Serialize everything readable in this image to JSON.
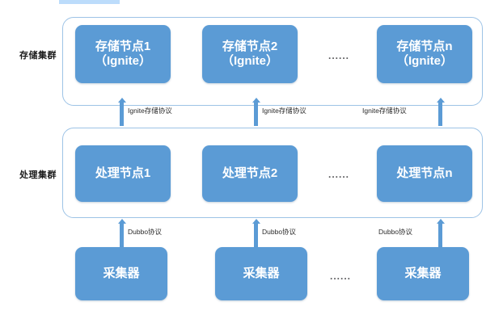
{
  "diagram": {
    "title_selection_bar": "",
    "tiers": [
      {
        "id": "storage",
        "label": "存储集群",
        "nodes": [
          {
            "line1": "存储节点1",
            "line2": "（Ignite）"
          },
          {
            "line1": "存储节点2",
            "line2": "（Ignite）"
          },
          {
            "line1": "存储节点n",
            "line2": "（Ignite）"
          }
        ],
        "ellipsis": "......"
      },
      {
        "id": "processing",
        "label": "处理集群",
        "nodes": [
          {
            "line1": "处理节点1",
            "line2": ""
          },
          {
            "line1": "处理节点2",
            "line2": ""
          },
          {
            "line1": "处理节点n",
            "line2": ""
          }
        ],
        "ellipsis": "......"
      },
      {
        "id": "collector",
        "label": "",
        "nodes": [
          {
            "line1": "采集器",
            "line2": ""
          },
          {
            "line1": "采集器",
            "line2": ""
          },
          {
            "line1": "采集器",
            "line2": ""
          }
        ],
        "ellipsis": "......"
      }
    ],
    "connections": {
      "storage_protocol": [
        "Ignite存储协议",
        "Ignite存储协议",
        "Ignite存储协议"
      ],
      "dubbo_protocol": [
        "Dubbo协议",
        "Dubbo协议",
        "Dubbo协议"
      ]
    },
    "colors": {
      "node_fill": "#5b9bd5",
      "group_border": "#9dc3e6",
      "arrow": "#5b9bd5",
      "selection_bar": "#bcdcfb",
      "text_light": "#ffffff",
      "text_dark": "#1a1a1a"
    }
  }
}
